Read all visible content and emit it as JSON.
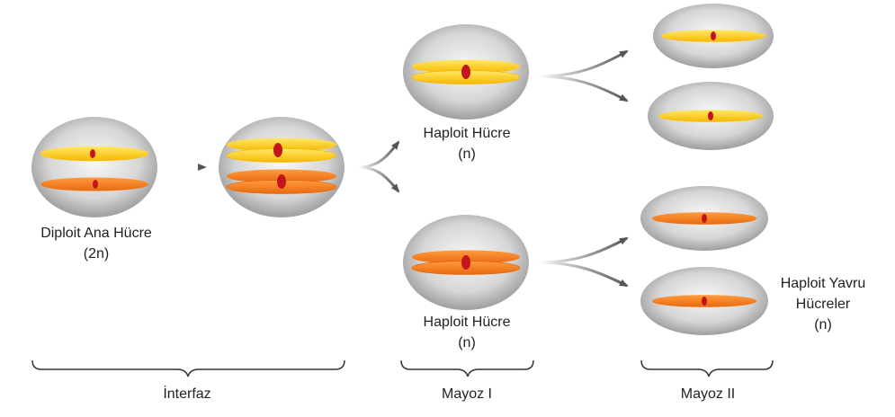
{
  "labels": {
    "diploid_line1": "Diploit Ana Hücre",
    "diploid_line2": "(2n)",
    "haploid_top_line1": "Haploit Hücre",
    "haploid_top_line2": "(n)",
    "haploid_bottom_line1": "Haploit Hücre",
    "haploid_bottom_line2": "(n)",
    "daughter_line1": "Haploit Yavru",
    "daughter_line2": "Hücreler",
    "daughter_line3": "(n)"
  },
  "stages": {
    "interphase": "İnterfaz",
    "meiosis1": "Mayoz I",
    "meiosis2": "Mayoz II"
  },
  "colors": {
    "yellow_chromosome": "#ffd21e",
    "orange_chromosome": "#f47b20",
    "centromere": "#c4151c",
    "cell_center": "#f7f7f7",
    "cell_edge": "#8a8a8a"
  }
}
